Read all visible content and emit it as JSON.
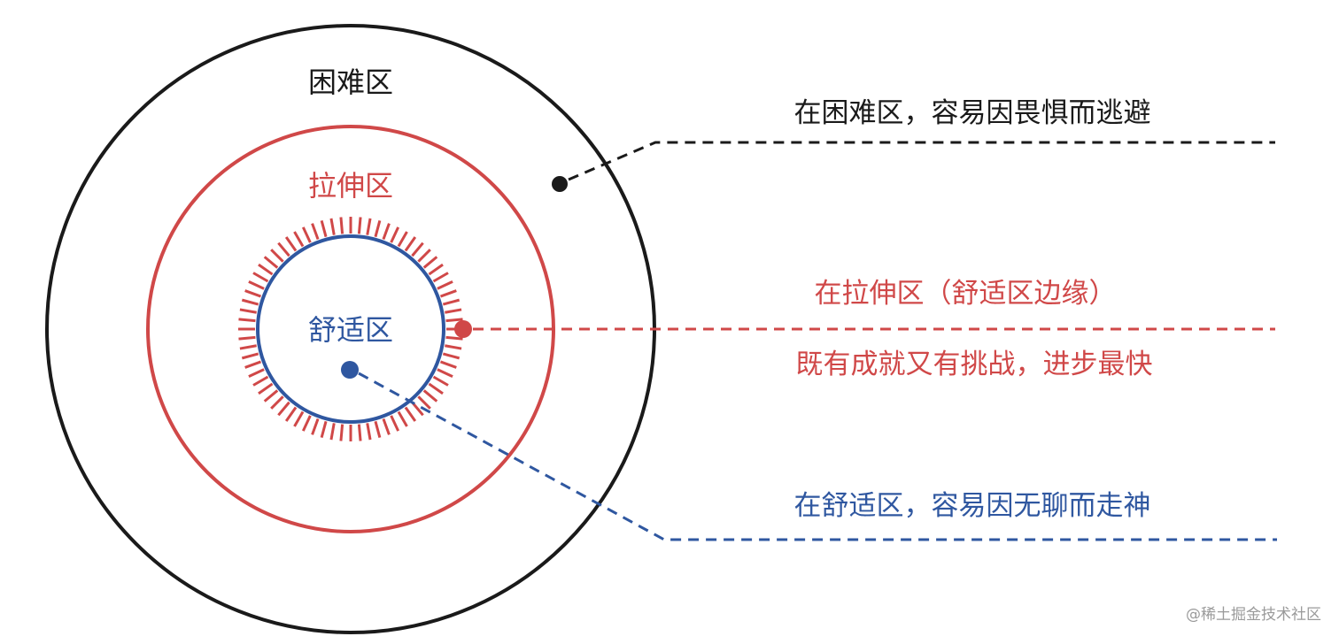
{
  "colors": {
    "difficult": "#1a1a1a",
    "stretch": "#d04848",
    "comfort": "#2f57a0",
    "watermark": "#9a9a9a",
    "background": "#ffffff"
  },
  "zones": {
    "difficult": {
      "label": "困难区"
    },
    "stretch": {
      "label": "拉伸区"
    },
    "comfort": {
      "label": "舒适区"
    }
  },
  "annotations": {
    "difficult": {
      "text": "在困难区，容易因畏惧而逃避"
    },
    "stretch": {
      "line1": "在拉伸区（舒适区边缘）",
      "line2": "既有成就又有挑战，进步最快"
    },
    "comfort": {
      "text": "在舒适区，容易因无聊而走神"
    }
  },
  "watermark": "@稀土掘金技术社区"
}
